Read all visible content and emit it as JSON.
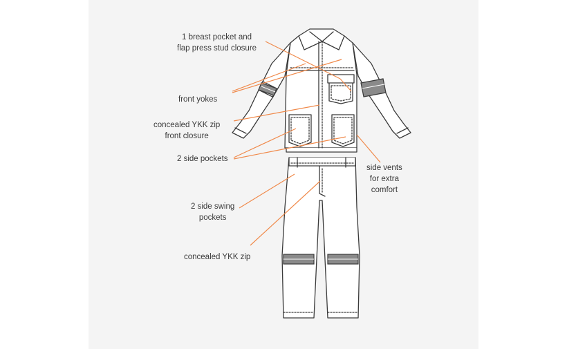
{
  "labels": {
    "breast_pocket": [
      "1 breast pocket and",
      "flap press stud closure"
    ],
    "front_yokes": [
      "front yokes"
    ],
    "front_closure": [
      "concealed YKK zip",
      "front closure"
    ],
    "side_pockets": [
      "2 side pockets"
    ],
    "side_vents": [
      "side vents",
      "for extra",
      "comfort"
    ],
    "swing_pockets": [
      "2 side swing",
      "pockets"
    ],
    "trouser_zip": [
      "concealed YKK zip"
    ]
  },
  "colors": {
    "leader_line": "#f08a4b",
    "outline": "#3a3a3a",
    "reflective_tape": "#8a8a8a",
    "garment_fill": "#ffffff",
    "backdrop": "#f4f4f4"
  }
}
